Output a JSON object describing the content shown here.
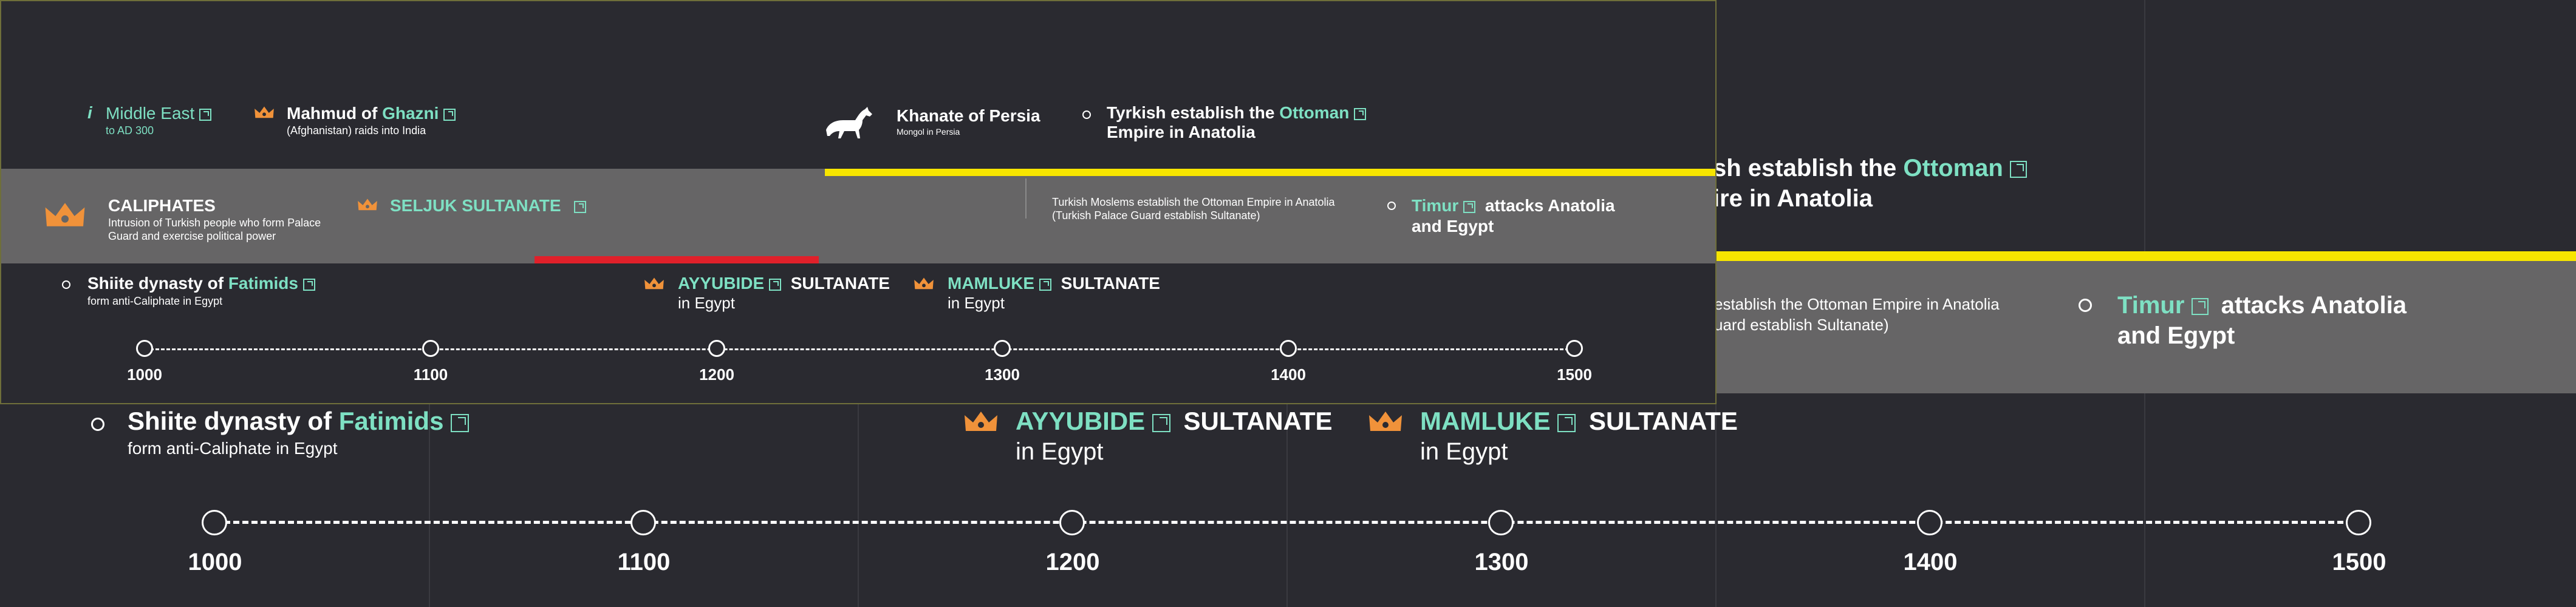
{
  "colors": {
    "bg": "#2a2a30",
    "band": "#666566",
    "teal": "#7ee0c3",
    "yellow": "#f7e500",
    "red": "#e0202a",
    "orange": "#f0923a"
  },
  "inset": {
    "middle_east": {
      "title": "Middle East",
      "sub": "to AD 300",
      "icon": "info-icon"
    },
    "ghazni": {
      "pre": "Mahmud of ",
      "link": "Ghazni",
      "sub": "(Afghanistan) raids into India"
    },
    "khanate": {
      "title": "Khanate of Persia",
      "sub": "Mongol in Persia",
      "icon": "horse-icon"
    },
    "ottoman": {
      "pre": "Tyrkish establish the ",
      "link": "Ottoman",
      "line2": "Empire in Anatolia"
    },
    "caliphates": {
      "title": "CALIPHATES",
      "sub1": "Intrusion of Turkish people who form Palace",
      "sub2": "Guard and exercise political power"
    },
    "seljuk": {
      "link": "SELJUK SULTANATE"
    },
    "moslems": {
      "line1": "Turkish Moslems establish the Ottoman Empire in Anatolia",
      "line2": "(Turkish Palace Guard establish Sultanate)"
    },
    "timur": {
      "link": "Timur",
      "post": "attacks Anatolia",
      "line2": "and Egypt"
    },
    "shiite": {
      "pre": "Shiite dynasty of ",
      "link": "Fatimids",
      "sub": "form anti-Caliphate in Egypt"
    },
    "ayyubide": {
      "link": "AYYUBIDE",
      "post": "SULTANATE",
      "line2": "in Egypt"
    },
    "mamluke": {
      "link": "MAMLUKE",
      "post": "SULTANATE",
      "line2": "in Egypt"
    },
    "ticks": [
      "1000",
      "1100",
      "1200",
      "1300",
      "1400",
      "1500"
    ]
  },
  "main": {
    "ottoman_partial": {
      "pre": "sh establish the ",
      "link": "Ottoman",
      "line2": "ire in Anatolia"
    },
    "moslems_partial": {
      "line1": "establish the Ottoman Empire in Anatolia",
      "line2": "uard establish Sultanate)"
    },
    "timur": {
      "link": "Timur",
      "post": "attacks Anatolia",
      "line2": "and Egypt"
    },
    "shiite": {
      "pre": "Shiite dynasty of ",
      "link": "Fatimids",
      "sub": "form anti-Caliphate in Egypt"
    },
    "ayyubide": {
      "link": "AYYUBIDE",
      "post": "SULTANATE",
      "line2": "in Egypt"
    },
    "mamluke": {
      "link": "MAMLUKE",
      "post": "SULTANATE",
      "line2": "in Egypt"
    },
    "ticks": [
      "1000",
      "1100",
      "1200",
      "1300",
      "1400",
      "1500"
    ]
  }
}
